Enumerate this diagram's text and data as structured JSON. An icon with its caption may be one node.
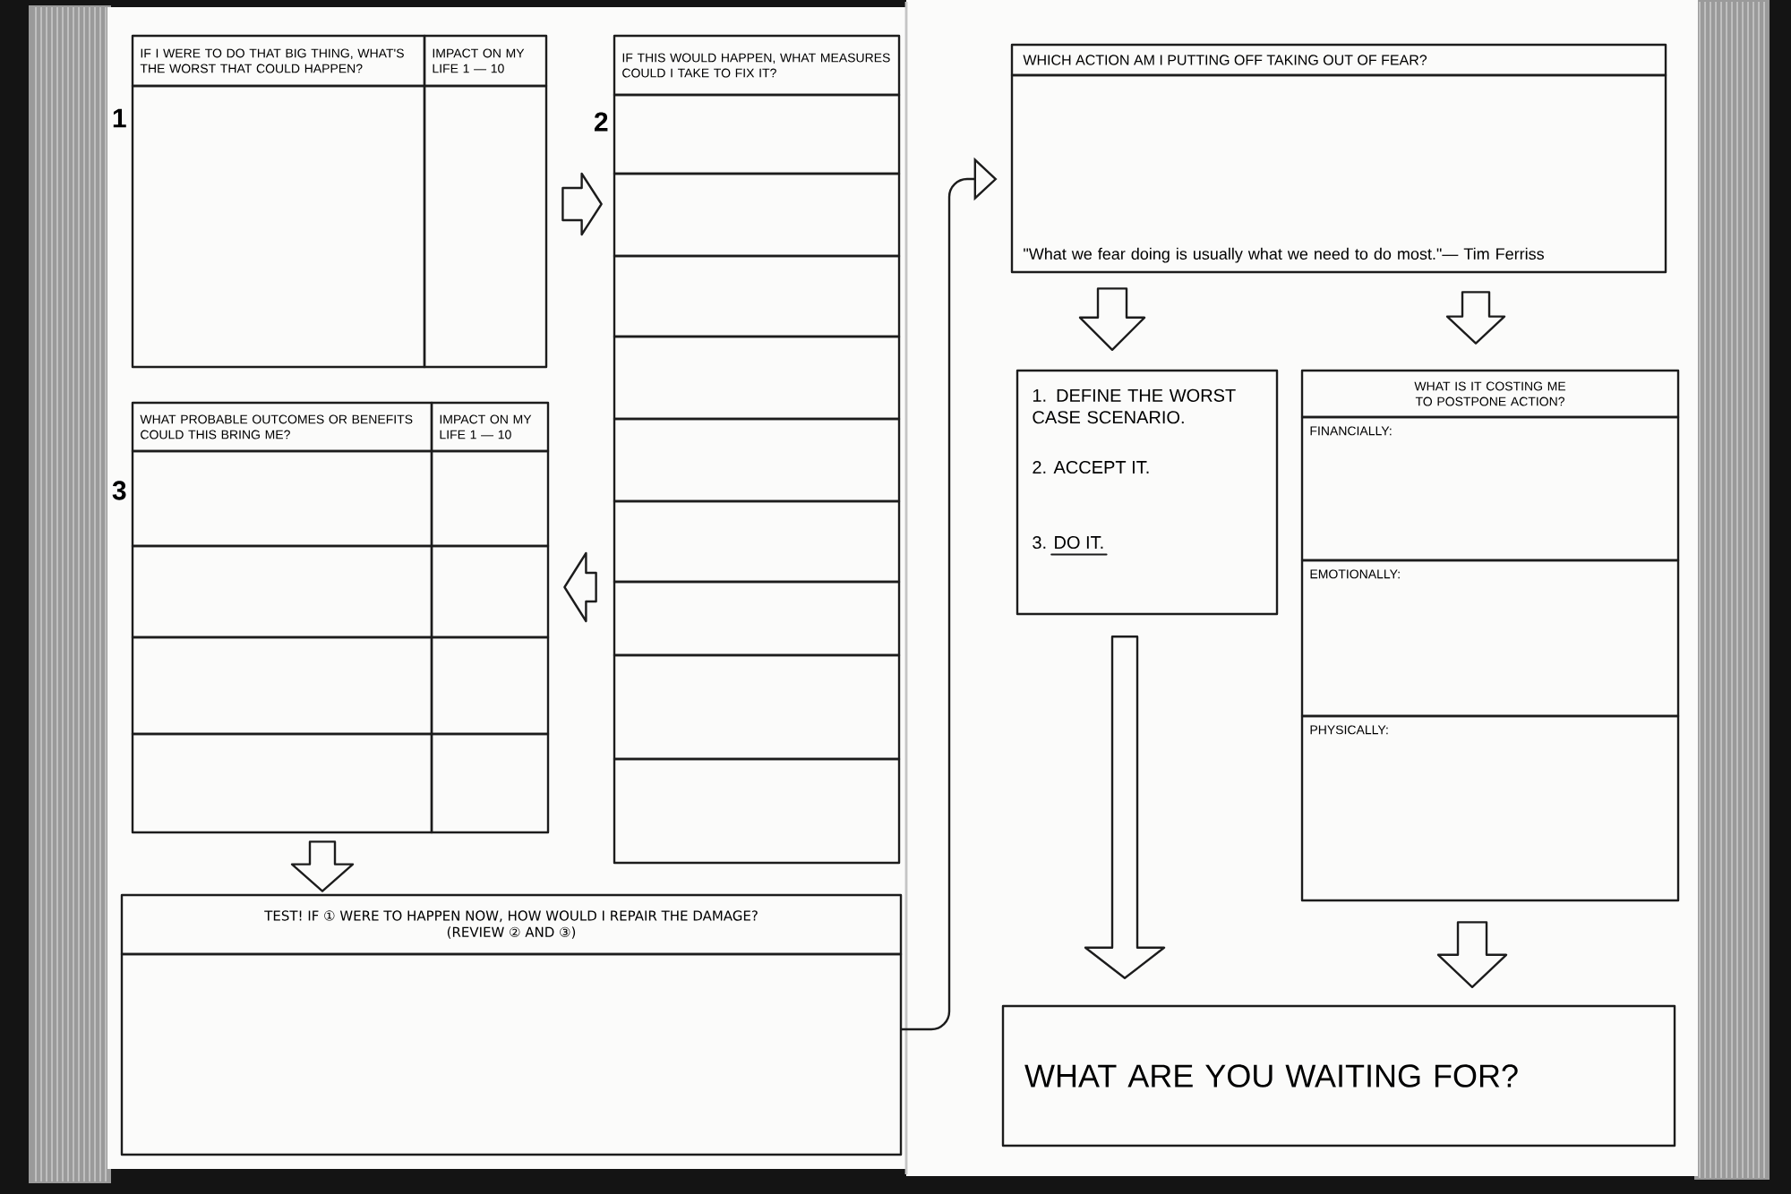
{
  "diagram": {
    "nodes": [
      {
        "text": [
          "IF I WERE TO DO THAT BIG THING, WHAT'S THE WORST THAT COULD HAPPEN?",
          "IMPACT ON MY LIFE 1 — 10"
        ],
        "beside": [
          "1"
        ]
      },
      {
        "text": [
          "IF THIS WOULD HAPPEN, WHAT MEASURES COULD I TAKE TO FIX IT?"
        ],
        "beside": [
          "2"
        ]
      },
      {
        "text": [
          "WHAT PROBABLE OUTCOMES OR BENEFITS COULD THIS BRING ME?",
          "IMPACT ON MY LIFE 1 — 10"
        ],
        "beside": [
          "3"
        ]
      },
      {
        "text": [
          "TEST! IF ① WERE TO HAPPEN NOW, HOW WOULD I REPAIR THE DAMAGE? (REVIEW ② AND ③)"
        ]
      },
      {
        "text": [
          "WHICH ACTION AM I PUTTING OFF TAKING OUT OF FEAR?",
          "\"What we fear doing is usually what we need to do most.\"— Tim Ferriss"
        ]
      },
      {
        "text": [
          "1. DEFINE THE WORST CASE SCENARIO.",
          "2. ACCEPT IT.",
          "3. DO IT."
        ]
      },
      {
        "text": [
          "WHAT IS IT COSTING ME TO POSTPONE ACTION?",
          "FINANCIALLY:",
          "EMOTIONALLY:",
          "PHYSICALLY:"
        ]
      },
      {
        "text": [
          "WHAT ARE YOU WAITING FOR?"
        ]
      }
    ],
    "edges": [
      {
        "from": 0,
        "to": 1,
        "arrow": "to"
      },
      {
        "from": 1,
        "to": 2,
        "arrow": "to"
      },
      {
        "from": 2,
        "to": 3,
        "arrow": "to"
      },
      {
        "from": 3,
        "to": 4,
        "arrow": "to"
      },
      {
        "from": 4,
        "to": 5,
        "arrow": "to"
      },
      {
        "from": 4,
        "to": 6,
        "arrow": "to"
      },
      {
        "from": 5,
        "to": 7,
        "arrow": "to"
      },
      {
        "from": 6,
        "to": 7,
        "arrow": "to"
      }
    ]
  }
}
